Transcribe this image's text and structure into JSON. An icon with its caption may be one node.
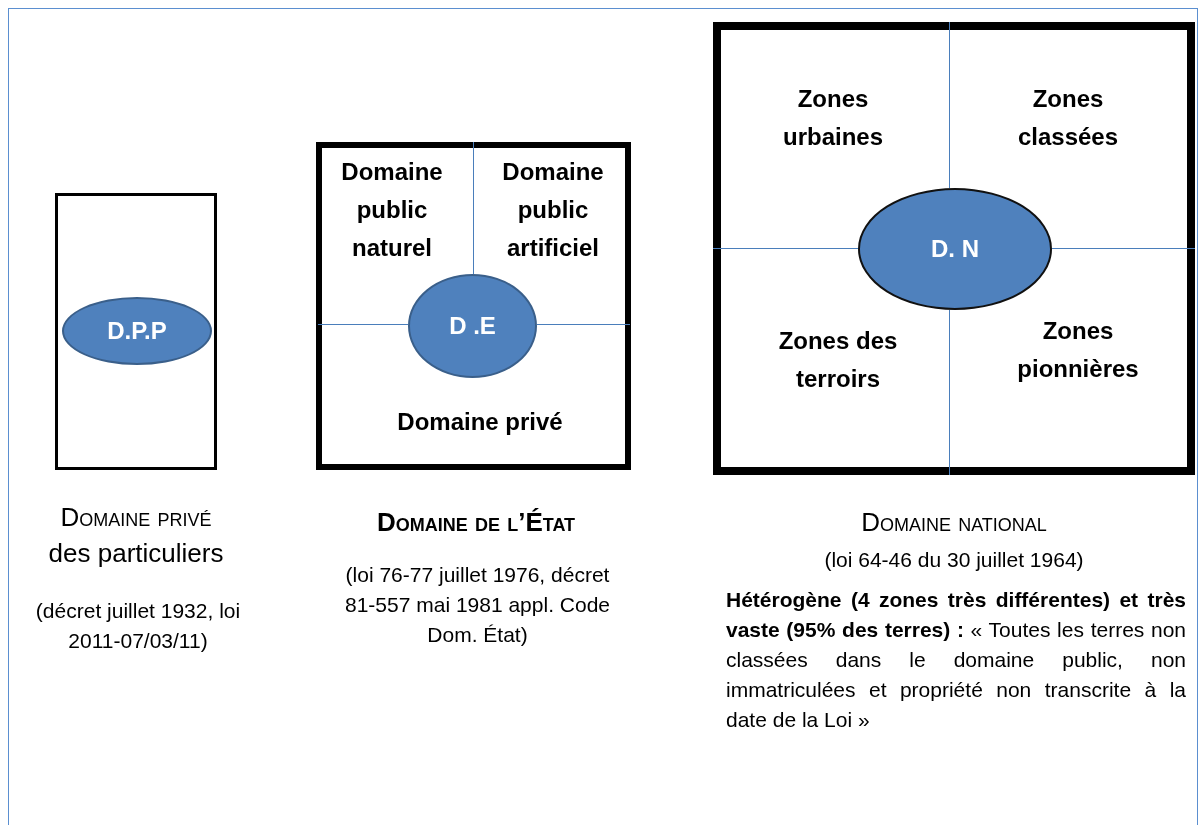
{
  "diagram": {
    "nodes": [
      {
        "text": [
          "Domaine privé",
          "des particuliers"
        ]
      },
      {
        "text": [
          "D.P.P"
        ],
        "in": 0
      },
      {
        "text": [
          "Domaine de l’État"
        ]
      },
      {
        "text": [
          "Domaine public naturel"
        ],
        "in": 2
      },
      {
        "text": [
          "Domaine public artificiel"
        ],
        "in": 2
      },
      {
        "text": [
          "D .E"
        ],
        "in": 2
      },
      {
        "text": [
          "Domaine privé"
        ],
        "in": 2
      },
      {
        "text": [
          "Domaine national"
        ],
        "beside": [
          "(loi 64-46 du 30 juillet 1964)",
          "**Hétérogène (4 zones très différentes) et très vaste (95% des terres) :** «  Toutes les terres non classées dans le domaine public, non immatriculées et propriété non transcrite à la date de la Loi »"
        ]
      },
      {
        "text": [
          "Zones urbaines"
        ],
        "in": 7
      },
      {
        "text": [
          "Zones classées"
        ],
        "in": 7
      },
      {
        "text": [
          "D. N"
        ],
        "in": 7
      },
      {
        "text": [
          "Zones des terroirs"
        ],
        "in": 7
      },
      {
        "text": [
          "Zones pionnières"
        ],
        "in": 7
      }
    ],
    "labels": [
      "(décret juillet 1932, loi 2011-07/03/11)",
      "(loi 76-77 juillet 1976, décret 81-557 mai 1981 appl. Code Dom. État)"
    ]
  }
}
